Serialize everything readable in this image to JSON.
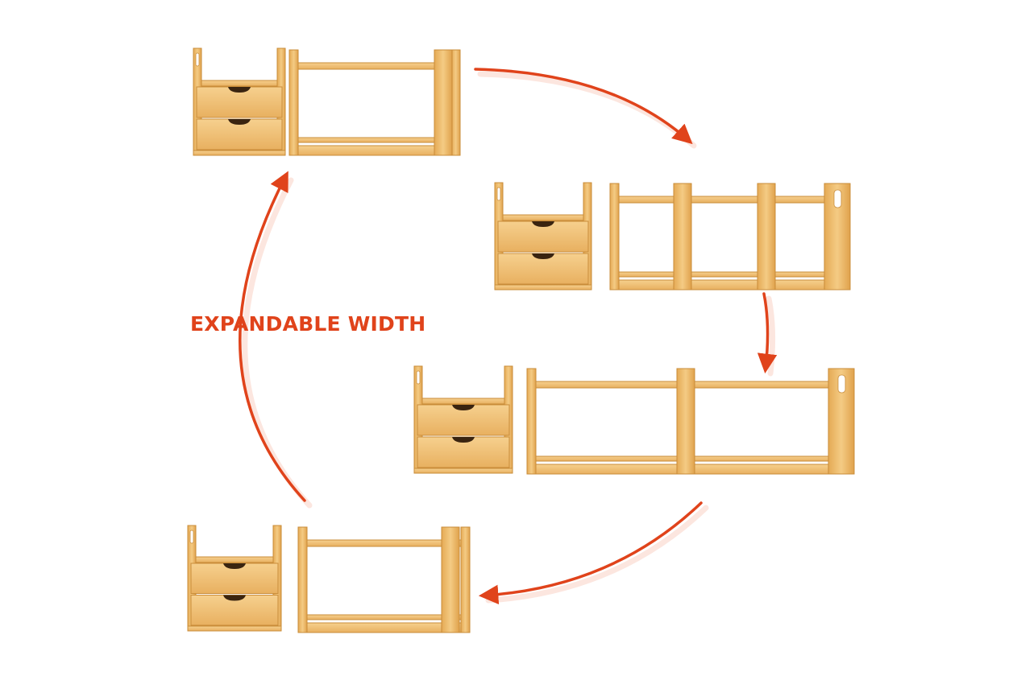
{
  "headline": "EXPANDABLE WIDTH",
  "colors": {
    "accent": "#E0431B",
    "wood_light": "#F3C77E",
    "wood_mid": "#E7AF5C",
    "wood_dark": "#C98C39",
    "background": "#FFFFFF"
  },
  "icons": {
    "flow_arrow": "curved-arrow-icon"
  },
  "product_views": [
    {
      "name": "configuration-1-compact",
      "drawers": 2
    },
    {
      "name": "configuration-2-widest",
      "drawers": 2
    },
    {
      "name": "configuration-3-medium",
      "drawers": 2
    },
    {
      "name": "configuration-4-compact",
      "drawers": 2
    }
  ]
}
